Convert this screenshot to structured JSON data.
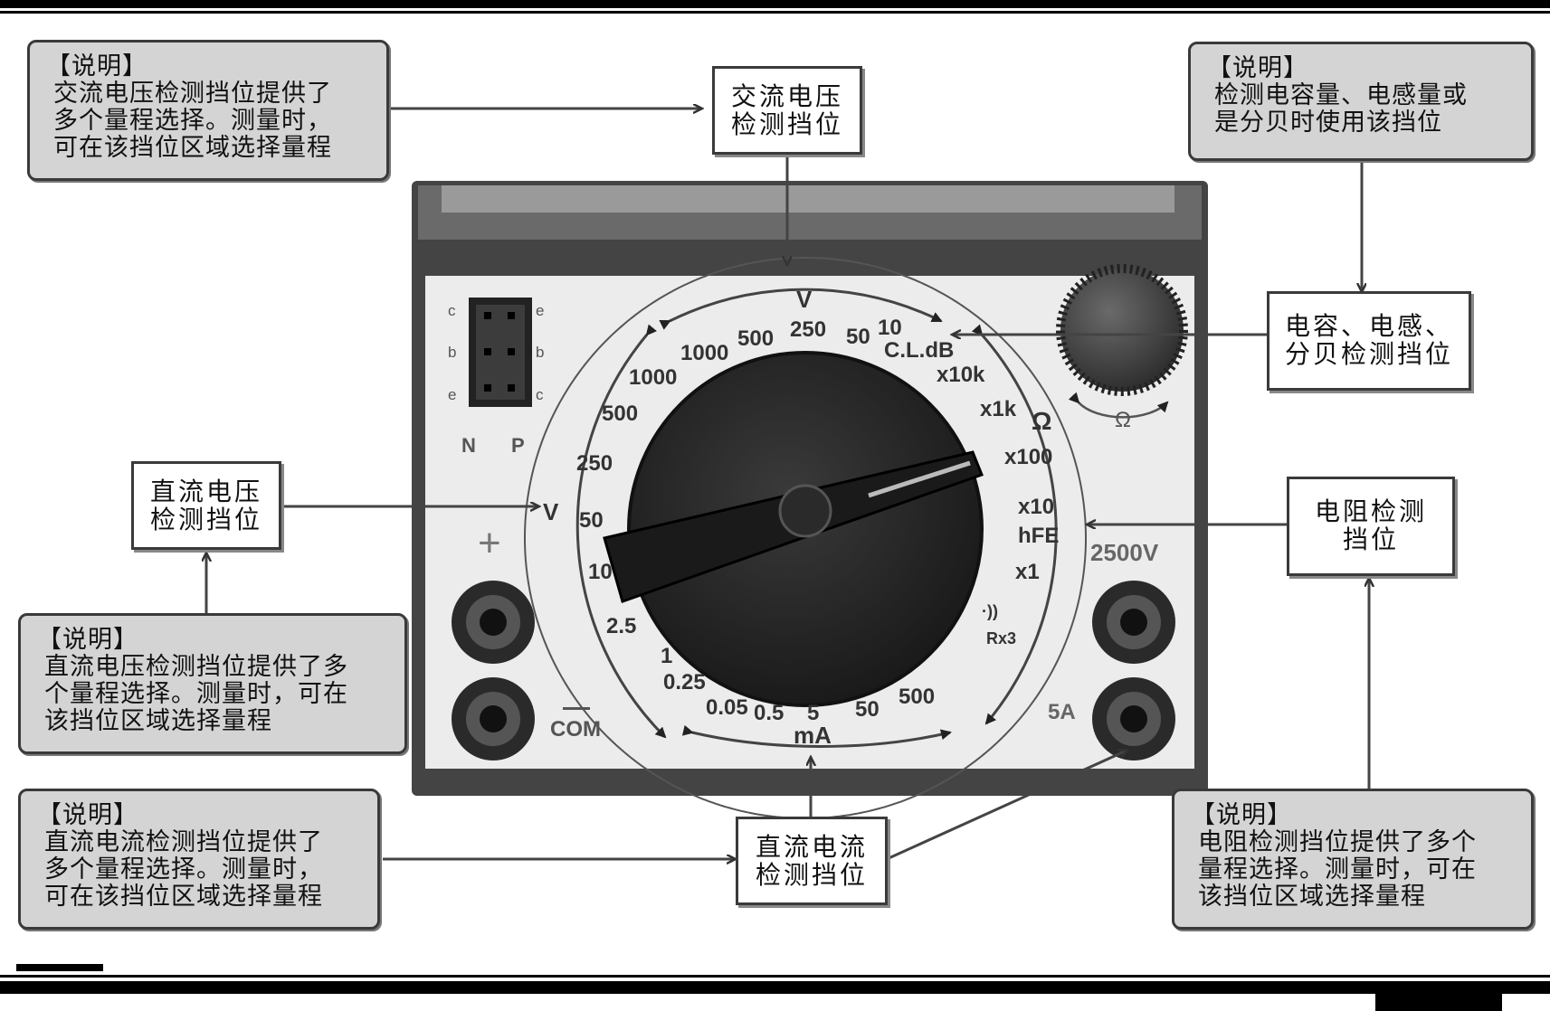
{
  "notes": {
    "ac_voltage": {
      "head": "【说明】",
      "body": "交流电压检测挡位提供了\n多个量程选择。测量时，\n可在该挡位区域选择量程"
    },
    "capacitance": {
      "head": "【说明】",
      "body": "检测电容量、电感量或\n是分贝时使用该挡位"
    },
    "dc_voltage": {
      "head": "【说明】",
      "body": "直流电压检测挡位提供了多\n个量程选择。测量时，可在\n该挡位区域选择量程"
    },
    "dc_current": {
      "head": "【说明】",
      "body": "直流电流检测挡位提供了\n多个量程选择。测量时，\n可在该挡位区域选择量程"
    },
    "resistance": {
      "head": "【说明】",
      "body": "电阻检测挡位提供了多个\n量程选择。测量时，可在\n该挡位区域选择量程"
    }
  },
  "labels": {
    "ac_voltage": "交流电压\n检测挡位",
    "dc_voltage": "直流电压\n检测挡位",
    "capacitance": "电容、电感、\n分贝检测挡位",
    "resistance": "电阻检测\n挡位",
    "dc_current": "直流电流\n检测挡位"
  },
  "meter": {
    "socket_letters_left": [
      "c",
      "b",
      "e"
    ],
    "socket_letters_right": [
      "e",
      "b",
      "c"
    ],
    "socket_n": "N",
    "socket_p": "P",
    "plus": "+",
    "com": "COM",
    "knob_omega": "Ω",
    "high_voltage": "2500V",
    "high_current": "5A",
    "ac_v_symbol": "V",
    "ac_v_ranges": [
      "1000",
      "500",
      "250",
      "50",
      "10"
    ],
    "cldb": "C.L.dB",
    "dc_v_symbol": "V",
    "dc_v_ranges": [
      "1000",
      "500",
      "250",
      "50",
      "10",
      "2.5",
      "1",
      "0.25"
    ],
    "ohm_symbol": "Ω",
    "ohm_ranges": [
      "x10k",
      "x1k",
      "x100",
      "x10",
      "hFE",
      "x1",
      "·))",
      "Rx3"
    ],
    "ma_symbol": "mA",
    "ma_ranges": [
      "0.05",
      "0.5",
      "5",
      "50",
      "500"
    ]
  }
}
